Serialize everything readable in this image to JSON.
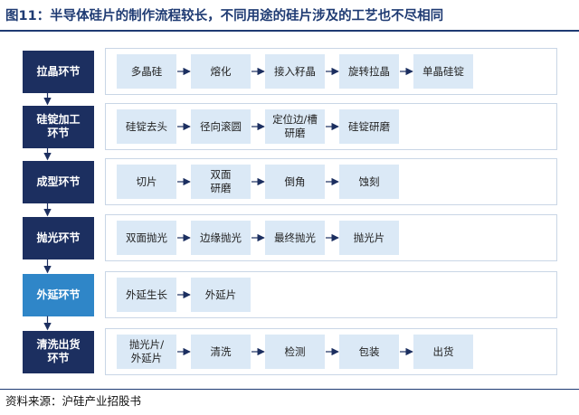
{
  "title": "图11：半导体硅片的制作流程较长，不同用途的硅片涉及的工艺也不尽相同",
  "source": "资料来源：沪硅产业招股书",
  "colors": {
    "stage_dark": "#1c2f60",
    "stage_light": "#2f86c8",
    "step_fill": "#dbe9f6",
    "arrow": "#1c2f60",
    "title": "#1f3b73"
  },
  "stages": [
    {
      "label": "拉晶环节",
      "style": "dark",
      "steps": [
        "多晶硅",
        "熔化",
        "接入籽晶",
        "旋转拉晶",
        "单晶硅锭"
      ]
    },
    {
      "label": "硅锭加工\n环节",
      "style": "dark",
      "steps": [
        "硅锭去头",
        "径向滚圆",
        "定位边/槽\n研磨",
        "硅锭研磨"
      ]
    },
    {
      "label": "成型环节",
      "style": "dark",
      "steps": [
        "切片",
        "双面\n研磨",
        "倒角",
        "蚀刻"
      ]
    },
    {
      "label": "抛光环节",
      "style": "dark",
      "steps": [
        "双面抛光",
        "边缘抛光",
        "最终抛光",
        "抛光片"
      ]
    },
    {
      "label": "外延环节",
      "style": "light",
      "steps": [
        "外延生长",
        "外延片"
      ]
    },
    {
      "label": "清洗出货\n环节",
      "style": "dark",
      "steps": [
        "抛光片/\n外延片",
        "清洗",
        "检测",
        "包装",
        "出货"
      ]
    }
  ]
}
